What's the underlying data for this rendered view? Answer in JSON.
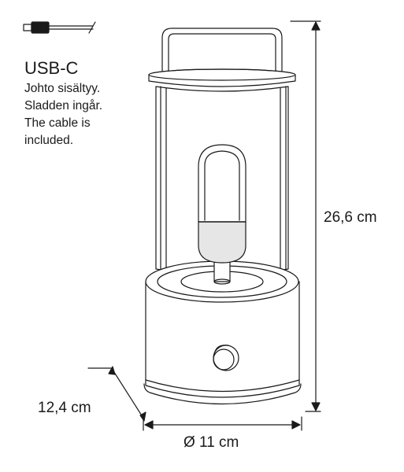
{
  "info": {
    "title": "USB-C",
    "lines": [
      "Johto sisältyy.",
      "Sladden ingår.",
      "The cable is",
      "included."
    ]
  },
  "dimensions": {
    "height": "26,6 cm",
    "depth": "12,4 cm",
    "diameter": "Ø 11 cm"
  },
  "colors": {
    "line": "#1a1a1a",
    "fill": "#ffffff",
    "bulb_shade": "#e6e6e6"
  },
  "icons": {
    "cable": "usb-c-cable-icon"
  }
}
